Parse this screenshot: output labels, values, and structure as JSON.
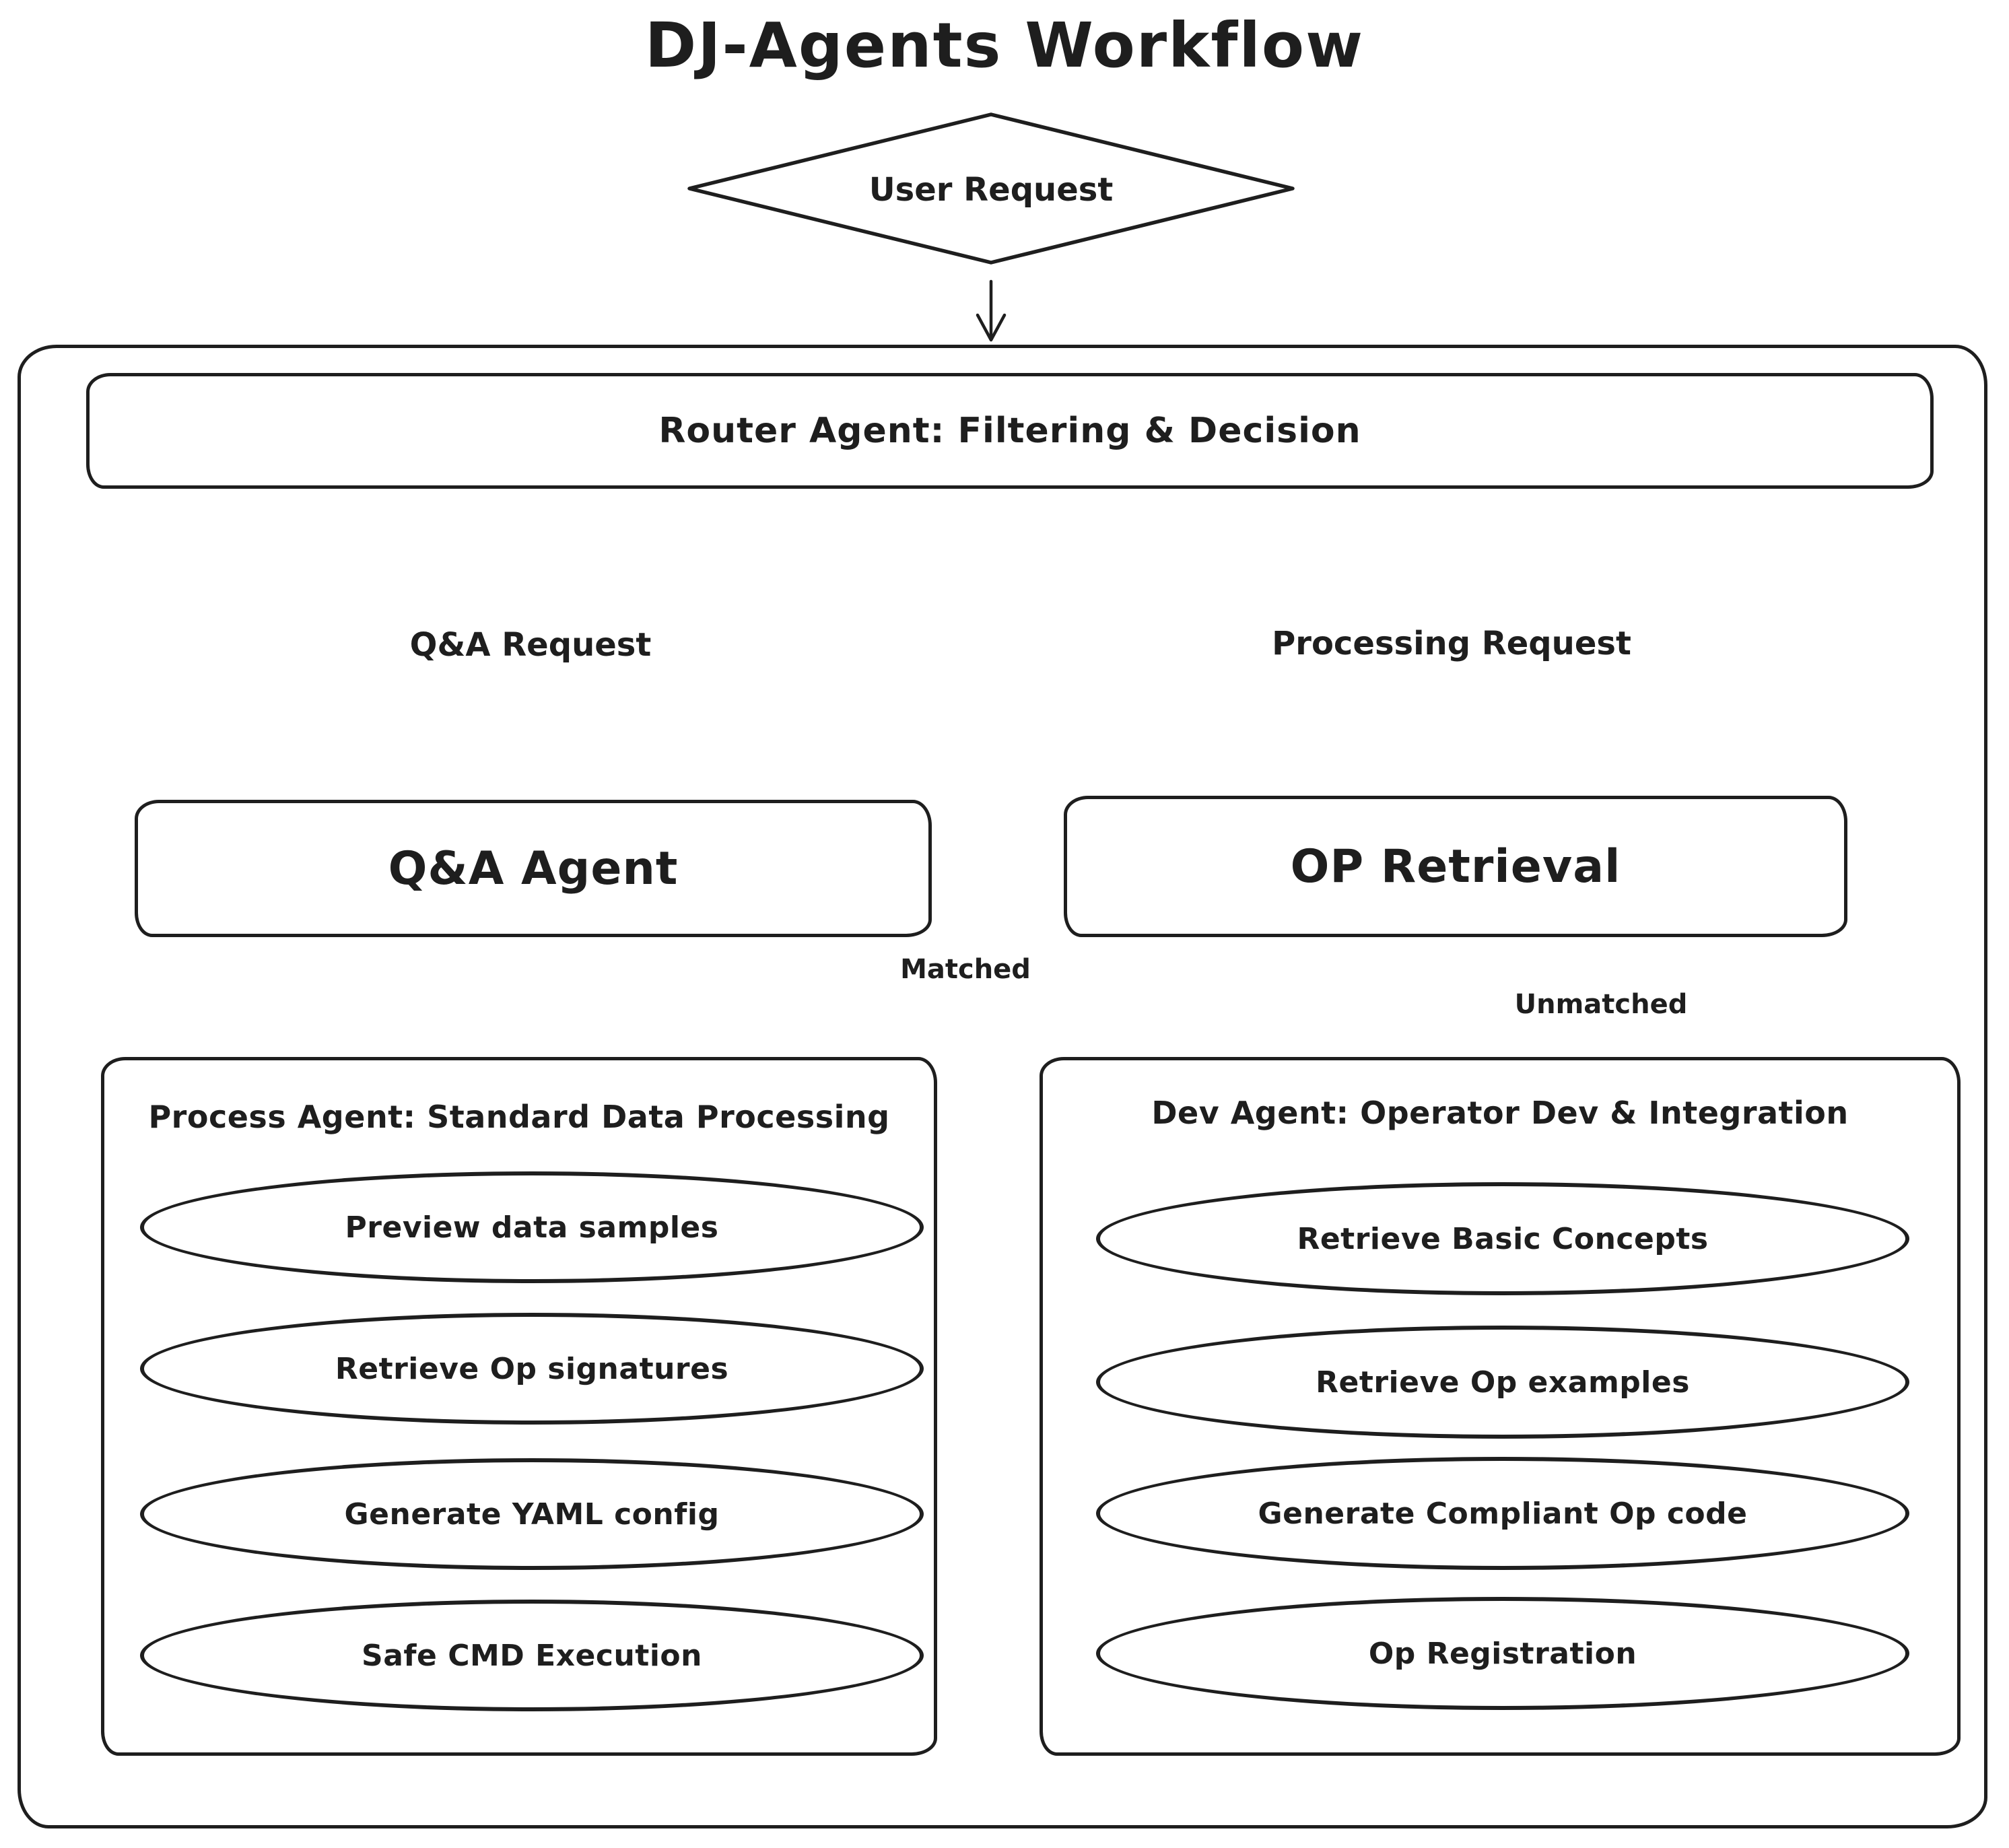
{
  "title": "DJ-Agents Workflow",
  "nodes": {
    "user_request": "User Request",
    "router": "Router Agent: Filtering & Decision",
    "qa_request": "Q&A Request",
    "processing_request": "Processing Request",
    "qa_agent": "Q&A Agent",
    "op_retrieval": "OP Retrieval"
  },
  "edges": {
    "matched": "Matched",
    "unmatched": "Unmatched"
  },
  "process_agent": {
    "title": "Process Agent: Standard Data Processing",
    "steps": [
      "Preview data samples",
      "Retrieve Op signatures",
      "Generate YAML config",
      "Safe CMD Execution"
    ]
  },
  "dev_agent": {
    "title": "Dev Agent: Operator Dev & Integration",
    "steps": [
      "Retrieve Basic Concepts",
      "Retrieve Op examples",
      "Generate Compliant Op code",
      "Op Registration"
    ]
  },
  "colors": {
    "ink": "#1e1e1e",
    "background": "#ffffff"
  }
}
